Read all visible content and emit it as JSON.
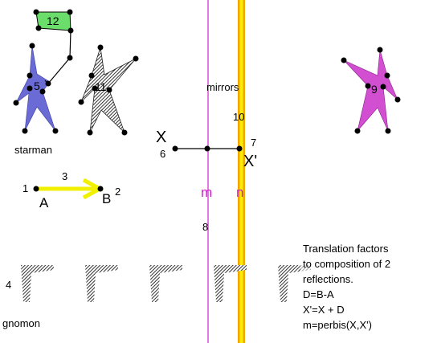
{
  "colors": {
    "background": "#ffffff",
    "mirror_m": "#d21ed2",
    "mirror_n_orange": "#f5a500",
    "mirror_n_yellow": "#f5f000",
    "vector_ab": "#f0f000",
    "starman_blue": "#6b6bd6",
    "starman_magenta": "#d24fd2",
    "flag_green": "#6bdd6b",
    "point": "#000000"
  },
  "icons": {
    "starman": "starman-figure",
    "gnomon": "gnomon-shape",
    "point": "filled-point",
    "arrow": "arrowhead"
  },
  "labels": {
    "flag_number": "12",
    "starman_left_number": "5",
    "starman_middle_number": "11",
    "starman_right_number": "9",
    "starman_caption": "starman",
    "mirrors_caption": "mirrors",
    "point_x": "X",
    "point_x_number": "6",
    "point_x_prime": "X'",
    "point_x_prime_number": "7",
    "mirror_n_number": "10",
    "mirror_m_label": "m",
    "mirror_n_label": "n",
    "mirror_m_number": "8",
    "point_a_number": "1",
    "point_a": "A",
    "vector_number": "3",
    "point_b": "B",
    "point_b_number": "2",
    "gnomon_number": "4",
    "gnomon_caption": "gnomon"
  },
  "notes": {
    "lines": [
      "Translation factors",
      "to composition of 2",
      "reflections.",
      "D=B-A",
      "X'=X + D",
      "m=perbis(X,X')"
    ]
  }
}
